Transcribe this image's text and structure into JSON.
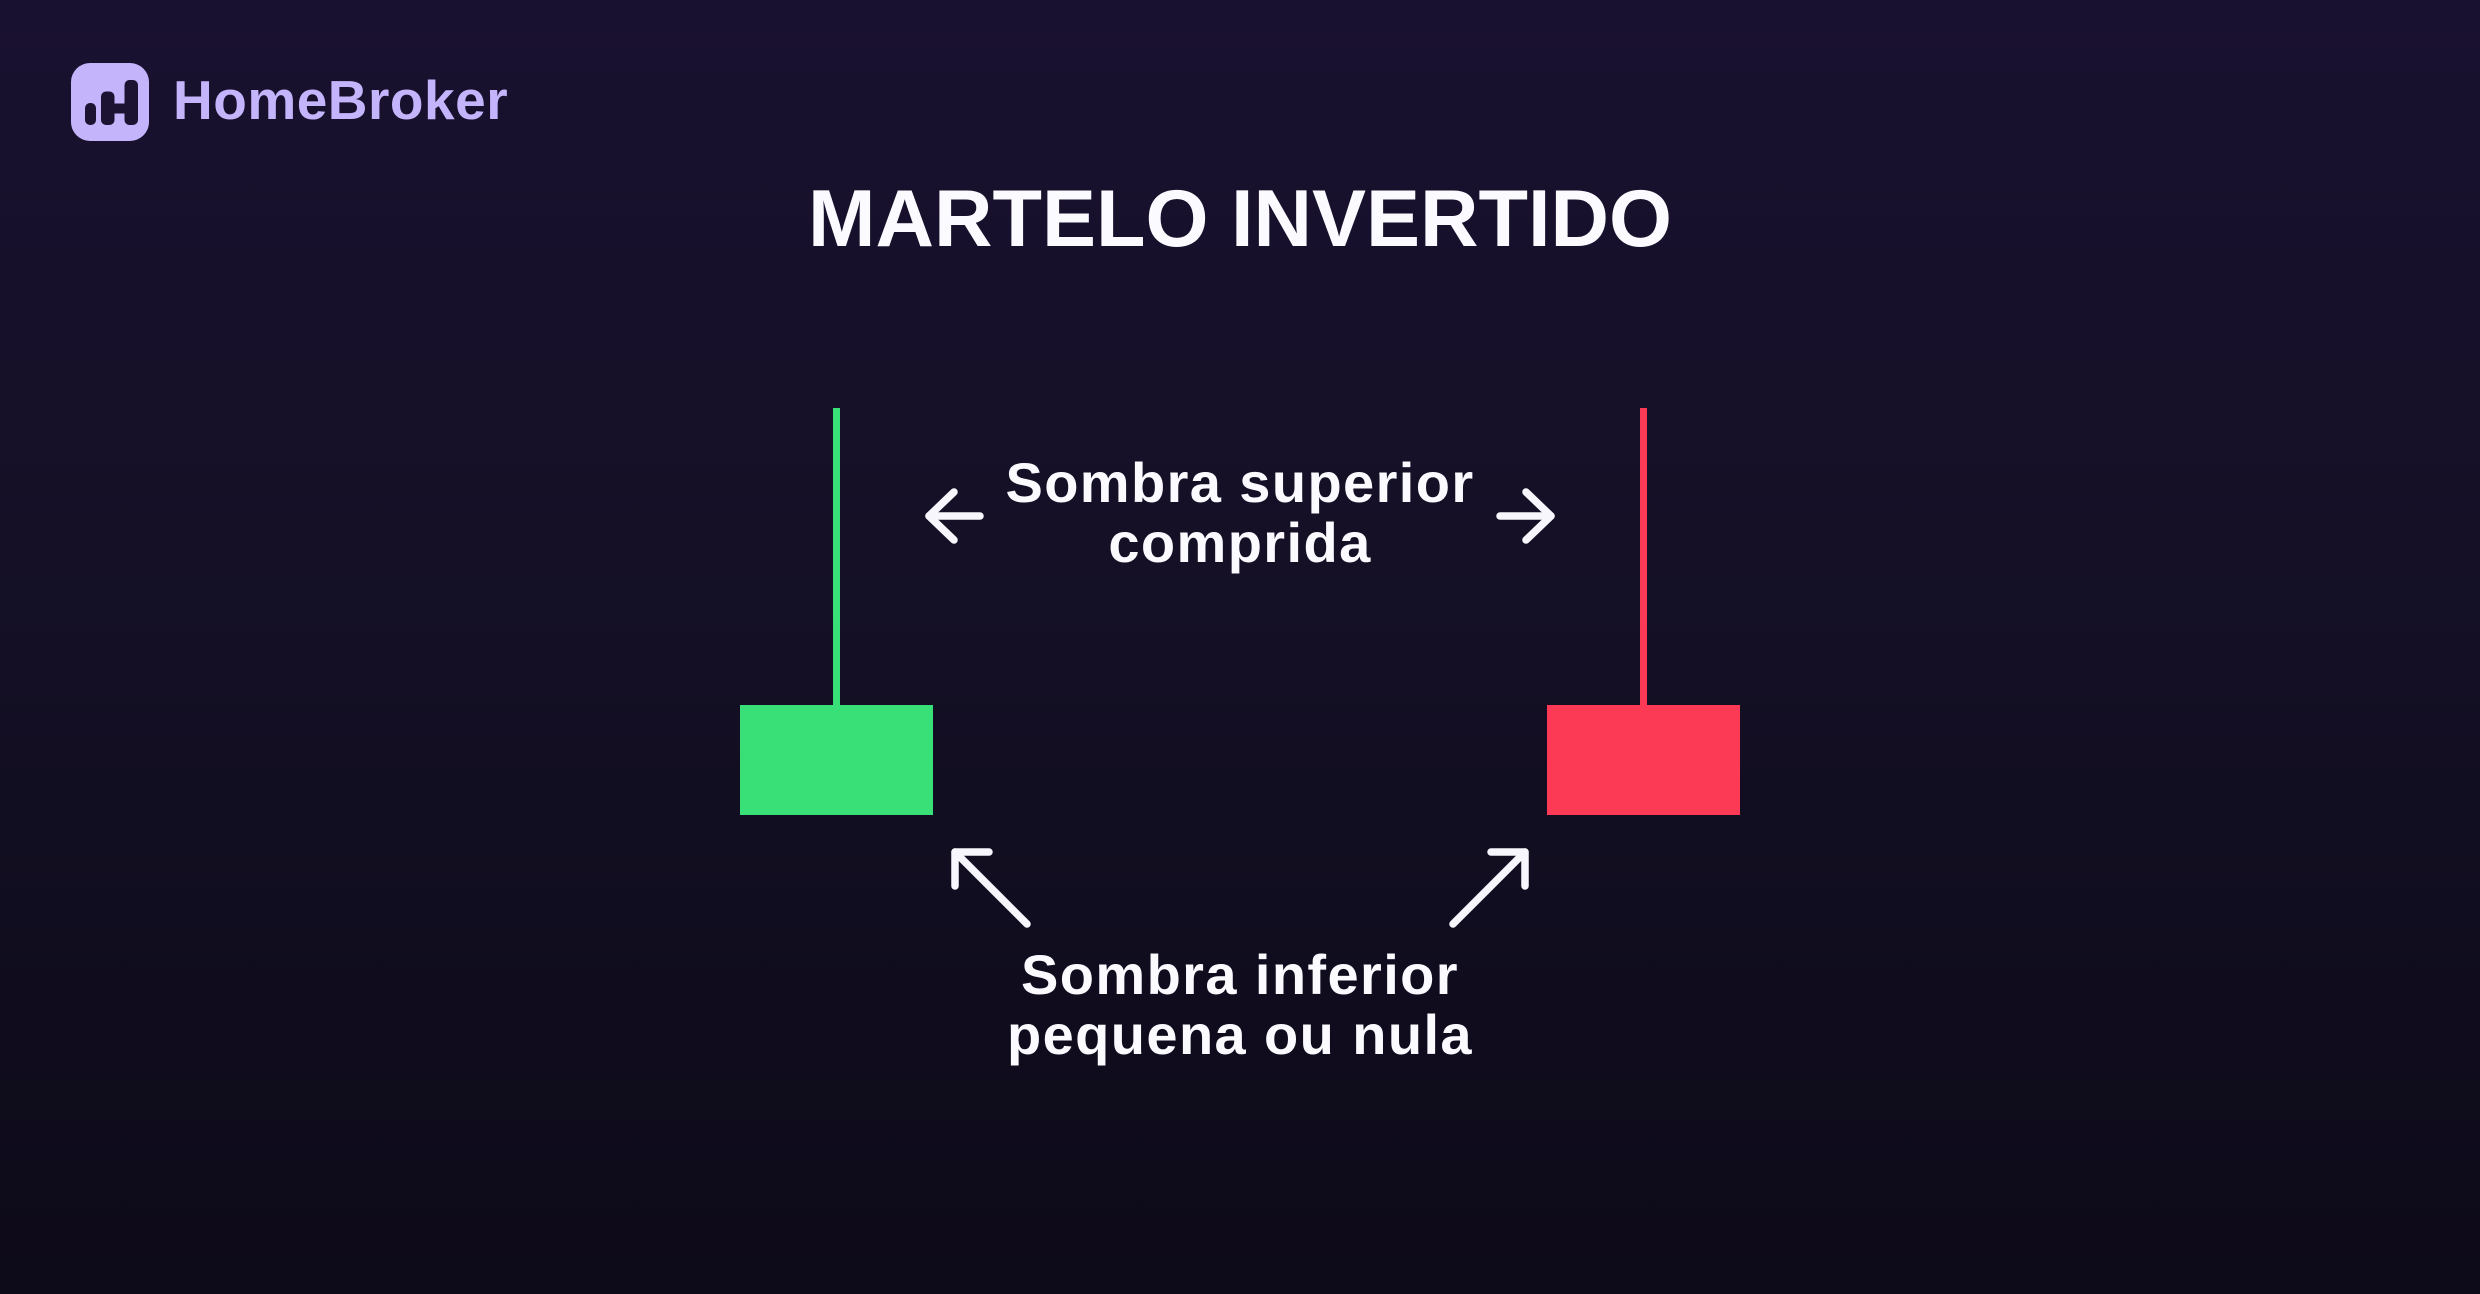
{
  "brand": {
    "name": "HomeBroker"
  },
  "title": "MARTELO INVERTIDO",
  "annotations": {
    "upper_shadow": {
      "line1": "Sombra superior",
      "line2": "comprida"
    },
    "lower_shadow": {
      "line1": "Sombra inferior",
      "line2": "pequena ou nula"
    }
  },
  "candles": {
    "bullish": {
      "color": "#38e077"
    },
    "bearish": {
      "color": "#fd3a56"
    }
  },
  "icons": {
    "logo": "bar-chart-h-icon",
    "upper_left": "arrow-left-icon",
    "upper_right": "arrow-right-icon",
    "lower_left": "arrow-up-left-icon",
    "lower_right": "arrow-up-right-icon"
  },
  "colors": {
    "background_top": "#191130",
    "background_bottom": "#0d0a19",
    "accent_lavender": "#c4b4fb",
    "logo_glyph": "#1c1333",
    "bull_green": "#38e077",
    "bear_red": "#fd3a56",
    "text": "#fafaff"
  }
}
